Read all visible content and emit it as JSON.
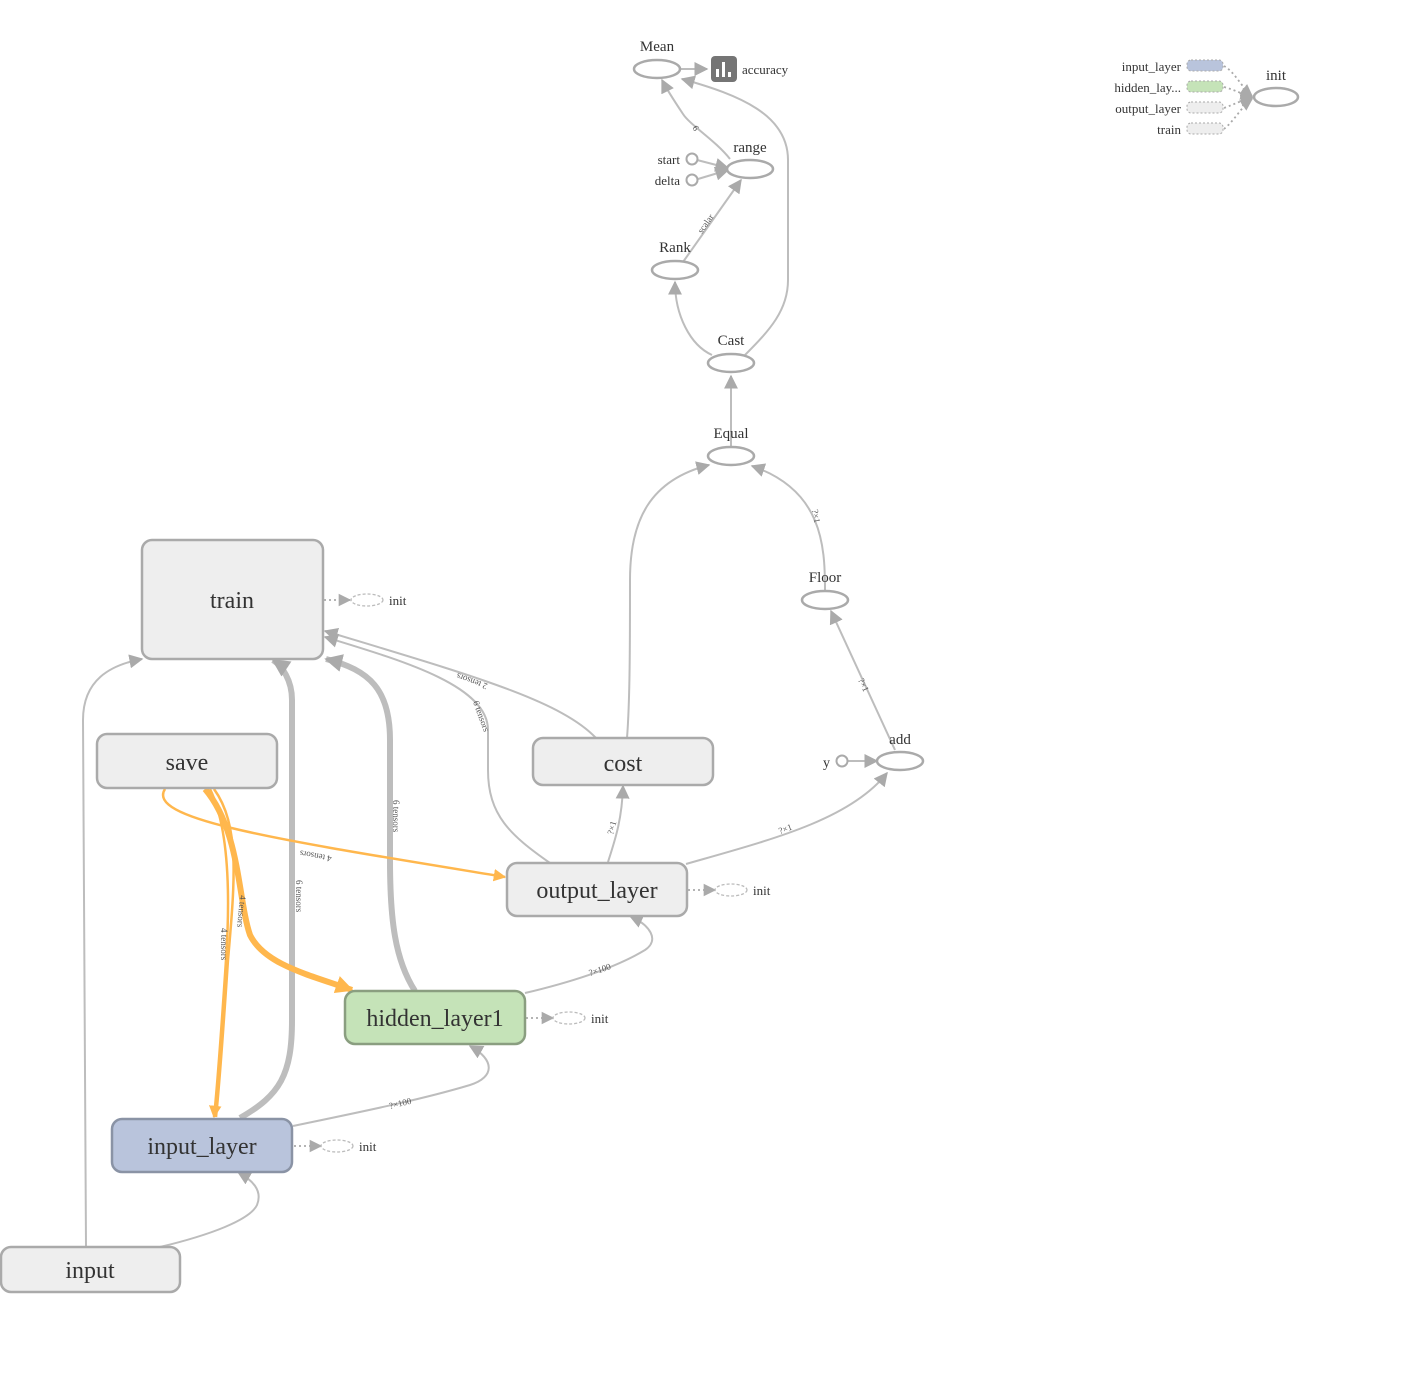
{
  "graph": {
    "groups": [
      {
        "key": "train",
        "label": "train",
        "fill": "#eeeeee",
        "stroke": "#aaaaaa"
      },
      {
        "key": "save",
        "label": "save",
        "fill": "#eeeeee",
        "stroke": "#aaaaaa"
      },
      {
        "key": "cost",
        "label": "cost",
        "fill": "#eeeeee",
        "stroke": "#aaaaaa"
      },
      {
        "key": "output_layer",
        "label": "output_layer",
        "fill": "#eeeeee",
        "stroke": "#aaaaaa"
      },
      {
        "key": "hidden_layer1",
        "label": "hidden_layer1",
        "fill": "#c5e3b8",
        "stroke": "#8a9e80"
      },
      {
        "key": "input_layer",
        "label": "input_layer",
        "fill": "#b9c4dc",
        "stroke": "#8a93a5"
      },
      {
        "key": "input",
        "label": "input",
        "fill": "#eeeeee",
        "stroke": "#aaaaaa"
      }
    ],
    "ops": {
      "mean": "Mean",
      "accuracy": "accuracy",
      "range": "range",
      "start": "start",
      "delta": "delta",
      "rank": "Rank",
      "cast": "Cast",
      "equal": "Equal",
      "floor": "Floor",
      "add": "add",
      "y": "y"
    },
    "init_label": "init",
    "edge_labels": {
      "tensors2": "2 tensors",
      "tensors4": "4 tensors",
      "tensors6": "6 tensors",
      "scalar": "scalar",
      "shape_q1": "?×1",
      "shape_q100": "?×100",
      "num6": "6"
    }
  },
  "legend": {
    "items": [
      {
        "label": "input_layer",
        "fill": "#b9c4dc"
      },
      {
        "label": "hidden_lay...",
        "fill": "#c5e3b8"
      },
      {
        "label": "output_layer",
        "fill": "#eeeeee"
      },
      {
        "label": "train",
        "fill": "#eeeeee"
      }
    ],
    "target": "init"
  }
}
